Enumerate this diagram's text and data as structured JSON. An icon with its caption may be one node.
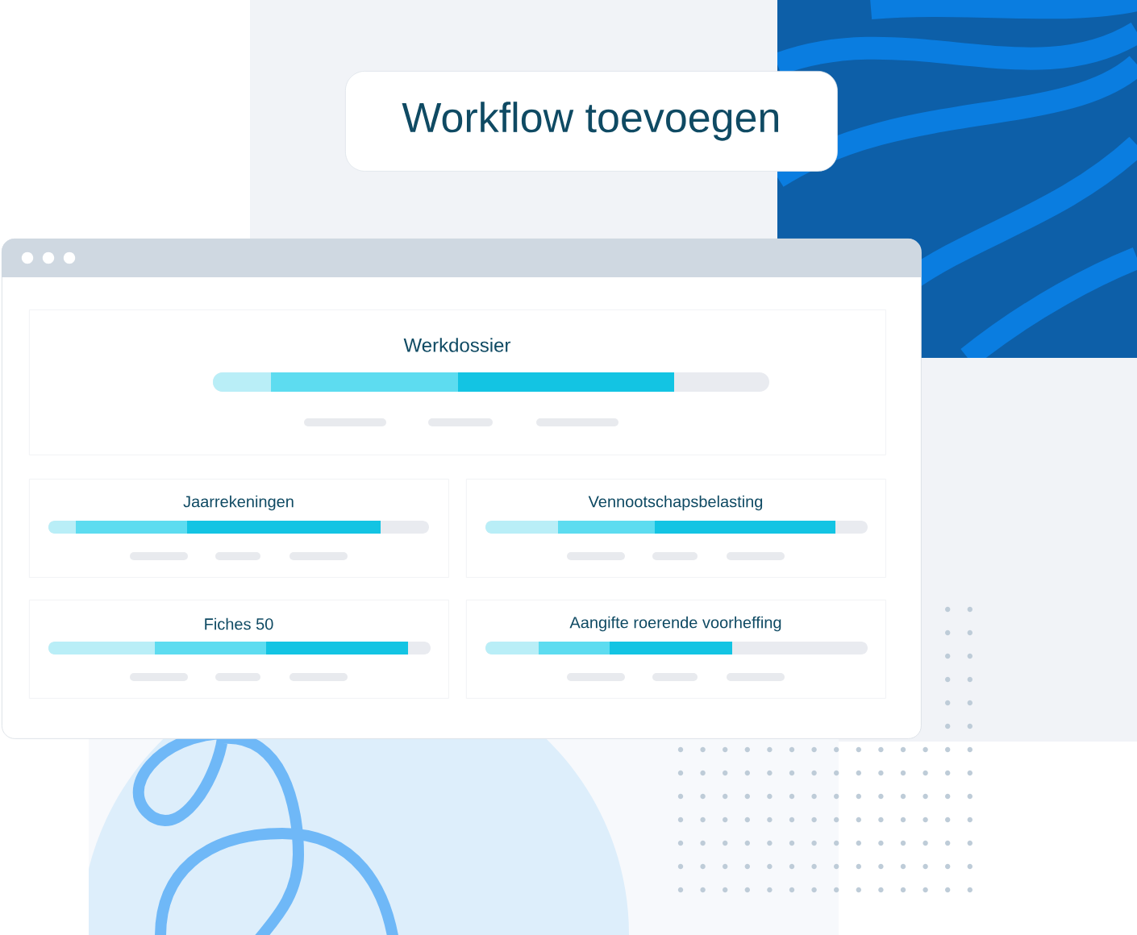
{
  "diagram": {
    "nodes": [
      {
        "text": [
          "Workflow toevoegen"
        ]
      },
      {
        "text": [],
        "shape": "box"
      },
      {
        "text": [
          "Werkdossier"
        ],
        "in": 1
      },
      {
        "text": [
          "Jaarrekeningen"
        ],
        "in": 1
      },
      {
        "text": [
          "Vennootschapsbelasting"
        ],
        "in": 1
      },
      {
        "text": [
          "Fiches 50"
        ],
        "in": 1
      },
      {
        "text": [
          "Aangifte roerende voorheffing"
        ],
        "in": 1
      }
    ]
  }
}
